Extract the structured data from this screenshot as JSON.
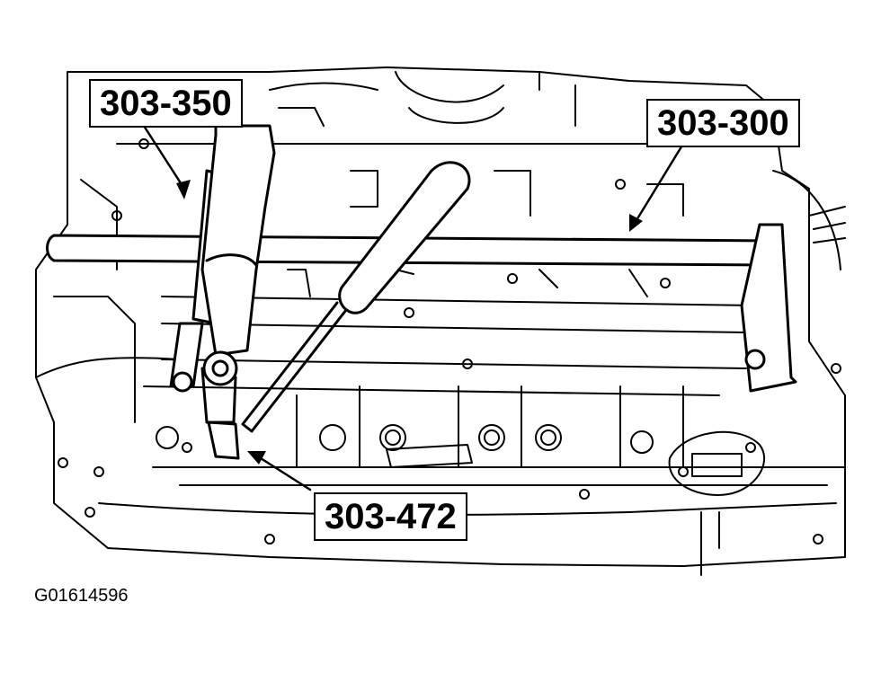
{
  "callouts": {
    "tool_303_350": "303-350",
    "tool_303_300": "303-300",
    "tool_303_472": "303-472"
  },
  "figure_id": "G01614596",
  "colors": {
    "line": "#000000",
    "background": "#ffffff"
  }
}
